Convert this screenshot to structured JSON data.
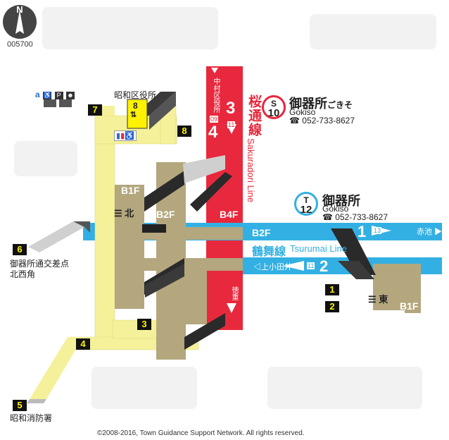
{
  "map_id": "005700",
  "compass": {
    "north_label": "N"
  },
  "station_sakuradori": {
    "code_letter": "S",
    "code_number": "10",
    "name": "御器所",
    "name_kana": "ごきそ",
    "name_roman": "Gokiso",
    "phone": "052-733-8627"
  },
  "station_tsurumai": {
    "code_letter": "T",
    "code_number": "12",
    "name": "御器所",
    "name_roman": "Gokiso",
    "phone": "052-733-8627"
  },
  "lines": {
    "sakuradori_kanji": "桜通線",
    "sakuradori_roman": "Sakuradori Line",
    "tsurumai_kanji": "鶴舞線",
    "tsurumai_roman": "Tsurumai Line",
    "sakuradori_toward_top": "中村区役所",
    "sakuradori_toward_top_code": "09",
    "sakuradori_toward_bottom": "徳重",
    "sakuradori_next_code": "11",
    "tsurumai_toward_right": "赤池",
    "tsurumai_toward_right_code": "13",
    "tsurumai_toward_left": "上小田井",
    "tsurumai_toward_left_code": "11"
  },
  "platforms": {
    "saku_track_3": "3",
    "saku_track_4": "4",
    "tsuru_track_1": "1",
    "tsuru_track_2": "2"
  },
  "levels": {
    "b1f_north": "B1F",
    "b2f": "B2F",
    "b4f": "B4F",
    "b2f_tsurumai": "B2F",
    "b1f_east": "B1F"
  },
  "ticket_gates": {
    "north": "北",
    "east": "東"
  },
  "exits": [
    {
      "number": "1"
    },
    {
      "number": "2"
    },
    {
      "number": "3"
    },
    {
      "number": "4"
    },
    {
      "number": "5",
      "label": "昭和消防署"
    },
    {
      "number": "6",
      "label_line1": "御器所通交差点",
      "label_line2": "北西角"
    },
    {
      "number": "7"
    },
    {
      "number": "8"
    }
  ],
  "landmarks": {
    "ward_office": "昭和区役所",
    "elevator_number": "8"
  },
  "facility_icons_label": "a",
  "copyright": "©2008-2016, Town Guidance Support Network. All rights reserved.",
  "colors": {
    "sakuradori_red": "#e8283c",
    "tsurumai_blue": "#33b0e3",
    "concourse_yellow": "#f4f19a",
    "passage_olive": "#b4a77e",
    "exit_dark": "#1a1a1a"
  }
}
